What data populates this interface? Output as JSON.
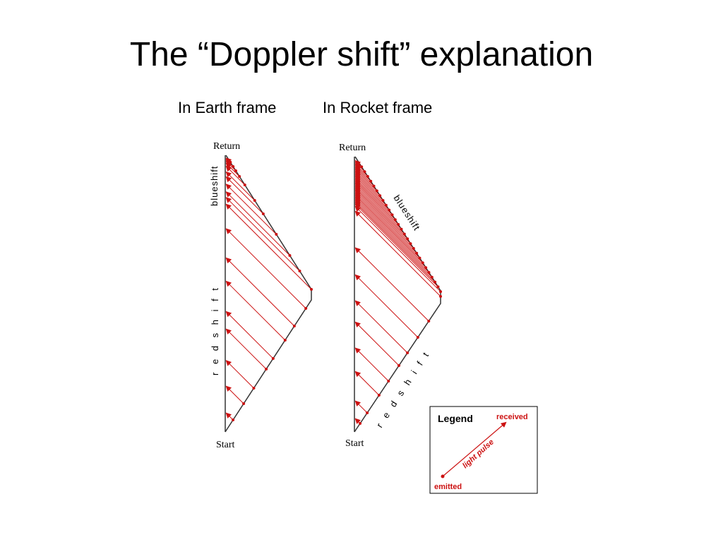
{
  "slide": {
    "title": "The “Doppler shift” explanation",
    "earth_frame_label": "In Earth frame",
    "rocket_frame_label": "In Rocket frame"
  },
  "earth_diagram": {
    "return_label": "Return",
    "start_label": "Start",
    "blueshift_label": "blueshift",
    "redshift_label": "r e d s h i f t"
  },
  "rocket_diagram": {
    "return_label": "Return",
    "start_label": "Start",
    "blueshift_label": "blueshift",
    "redshift_label": "r e d s h i f t"
  },
  "legend": {
    "title": "Legend",
    "received": "received",
    "light_pulse": "light pulse",
    "emitted": "emitted"
  },
  "colors": {
    "pulse": "#cc1111",
    "worldline": "#333333",
    "text": "#000000"
  }
}
